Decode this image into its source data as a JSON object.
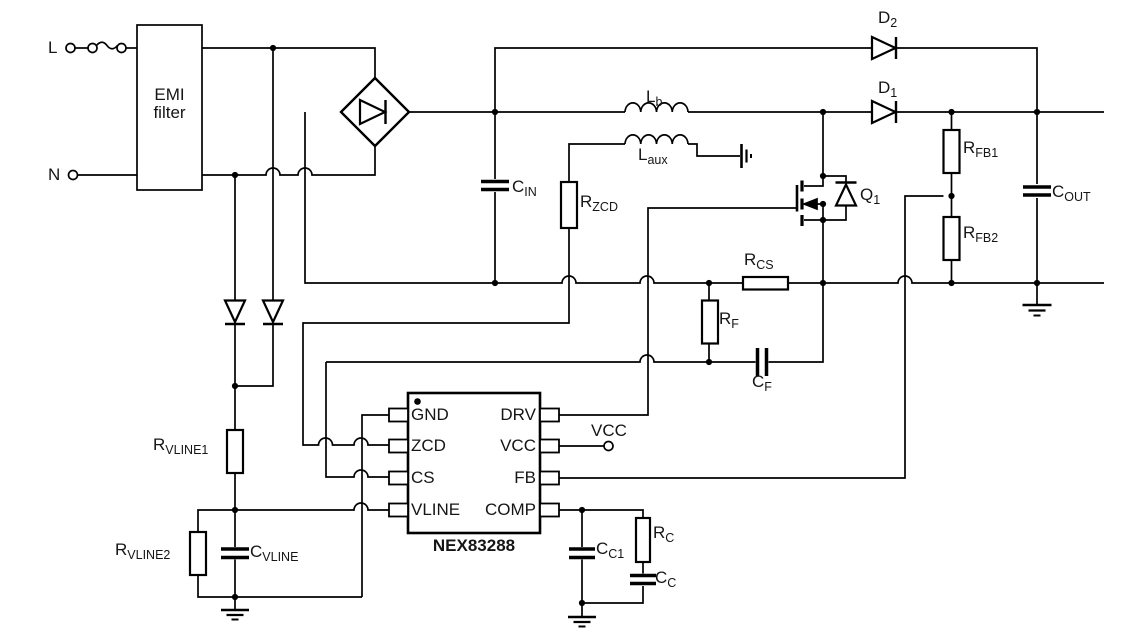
{
  "terminals": {
    "line": "L",
    "neutral": "N",
    "vcc": "VCC"
  },
  "emi_filter": {
    "line1": "EMI",
    "line2": "filter"
  },
  "ic": {
    "part": "NEX83288",
    "pins": {
      "gnd": "GND",
      "zcd": "ZCD",
      "cs": "CS",
      "vline": "VLINE",
      "drv": "DRV",
      "vcc": "VCC",
      "fb": "FB",
      "comp": "COMP"
    }
  },
  "components": {
    "cin": {
      "main": "C",
      "sub": "IN"
    },
    "lb": {
      "main": "L",
      "sub": "b"
    },
    "laux": {
      "main": "L",
      "sub": "aux"
    },
    "rzcd": {
      "main": "R",
      "sub": "ZCD"
    },
    "d1": {
      "main": "D",
      "sub": "1"
    },
    "d2": {
      "main": "D",
      "sub": "2"
    },
    "q1": {
      "main": "Q",
      "sub": "1"
    },
    "rcs": {
      "main": "R",
      "sub": "CS"
    },
    "rf": {
      "main": "R",
      "sub": "F"
    },
    "cf": {
      "main": "C",
      "sub": "F"
    },
    "rfb1": {
      "main": "R",
      "sub": "FB1"
    },
    "rfb2": {
      "main": "R",
      "sub": "FB2"
    },
    "cout": {
      "main": "C",
      "sub": "OUT"
    },
    "rvline1": {
      "main": "R",
      "sub": "VLINE1"
    },
    "rvline2": {
      "main": "R",
      "sub": "VLINE2"
    },
    "cvline": {
      "main": "C",
      "sub": "VLINE"
    },
    "cc1": {
      "main": "C",
      "sub": "C1"
    },
    "rc": {
      "main": "R",
      "sub": "C"
    },
    "cc": {
      "main": "C",
      "sub": "C"
    }
  },
  "colors": {
    "wire": "#000000",
    "background": "#ffffff"
  }
}
